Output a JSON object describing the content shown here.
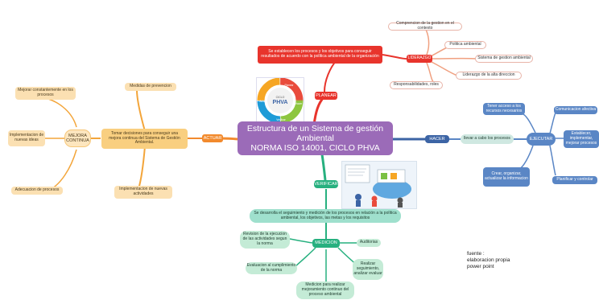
{
  "central": {
    "line1": "Estructura de un Sistema de gestión Ambiental",
    "line2": "NORMA ISO 14001, CICLO PHVA"
  },
  "planear": {
    "label": "PLANEAR",
    "main": "Se establecen los procesos y los objetivos para conseguir resultados de acuerdo con la política ambiental de la organización",
    "liderazgo": "LIDERAZGO",
    "items": [
      "Comprencion de la gestion en el contexto",
      "Politica ambiental",
      "Sistema de gestion ambiental",
      "Liderazgo de la alta direccion",
      "Responsabilidades, roles"
    ]
  },
  "phva_logo": {
    "center1": "CICLO",
    "center2": "PHVA",
    "arc_planear": "Planear",
    "arc_hacer": "Hacer",
    "arc_verificar": "Verificar",
    "arc_actuar": "Actuar"
  },
  "actuar": {
    "label": "ACTUAR",
    "main": "Tomar decisiones para conseguir una mejora continua del Sistema de Gestión Ambiental.",
    "mejora": "MEJORA CONTINUA",
    "items": [
      "Mejorar constantemente en los procesos",
      "Implementacion de nuevas ideas",
      "Adecuacion de procesos"
    ],
    "medidas": "Medidas de prevencion",
    "implementacion": "Implementacion de nuevas actividades"
  },
  "hacer": {
    "label": "HACER",
    "main": "llevar a cabo los procesos",
    "ejecutar": "EJECUTAR",
    "items": [
      "Tener acceso a los recursos necesarios",
      "Comunicacion afectiva",
      "Establecer, implementar, mejorar procesos",
      "Planificar y controlar",
      "Crear, organizar, actualizar la informacion"
    ]
  },
  "verificar": {
    "label": "VERIFICAR",
    "main": "Se desarrolla el seguimiento y medición de los procesos en relación a la política ambiental, los objetivos, las metas y los requisitos",
    "medicion": "MEDICION",
    "items": [
      "Revision de la ejecucion de las actividades segun la norma",
      "Auditorias",
      "Evaluacion al cumplimiento de la norma",
      "Realizar seguimiento, analizar evaluar",
      "Medicion para realizar mejoramiento continuo del proceso ambiental"
    ]
  },
  "source": {
    "line1": "fuente :",
    "line2": "elaboracion propia",
    "line3": "power point"
  }
}
